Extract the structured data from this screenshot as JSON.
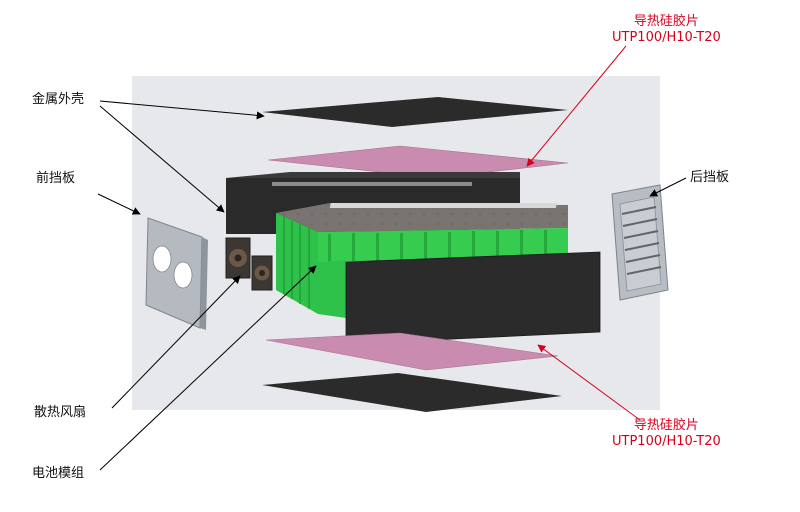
{
  "labels": {
    "metal_shell": "金属外壳",
    "front_panel": "前挡板",
    "rear_panel": "后挡板",
    "cooling_fan": "散热风扇",
    "battery_module": "电池模组"
  },
  "thermal_pad_top": {
    "name": "导热硅胶片",
    "model": "UTP100/H10-T20"
  },
  "thermal_pad_bottom": {
    "name": "导热硅胶片",
    "model": "UTP100/H10-T20"
  },
  "colors": {
    "shell": "#2b2b2b",
    "thermal_pad": "#c98bb0",
    "cells": "#2ec84a",
    "panel": "#b7bcc3",
    "callout_red": "#d8001c",
    "backdrop": "#e6e7ea"
  }
}
